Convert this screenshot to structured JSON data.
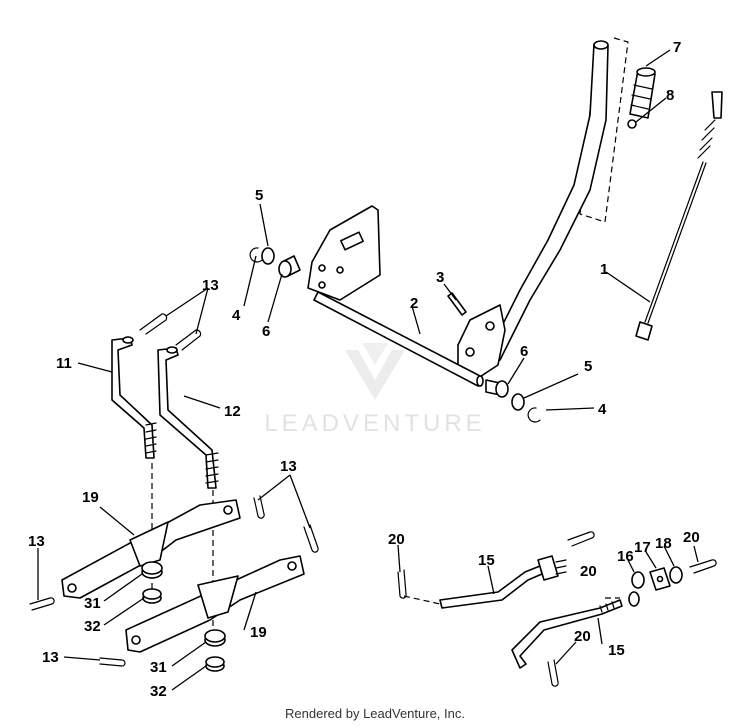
{
  "watermark": "LEADVENTURE",
  "credit": "Rendered by LeadVenture, Inc.",
  "callouts": {
    "c1": "1",
    "c2": "2",
    "c3": "3",
    "c4a": "4",
    "c4b": "4",
    "c5a": "5",
    "c5b": "5",
    "c6a": "6",
    "c6b": "6",
    "c7": "7",
    "c8": "8",
    "c11": "11",
    "c12": "12",
    "c13a": "13",
    "c13b": "13",
    "c13c": "13",
    "c13d": "13",
    "c15a": "15",
    "c15b": "15",
    "c16": "16",
    "c17": "17",
    "c18": "18",
    "c19a": "19",
    "c19b": "19",
    "c20a": "20",
    "c20b": "20",
    "c20c": "20",
    "c20d": "20",
    "c31a": "31",
    "c31b": "31",
    "c32a": "32",
    "c32b": "32"
  }
}
